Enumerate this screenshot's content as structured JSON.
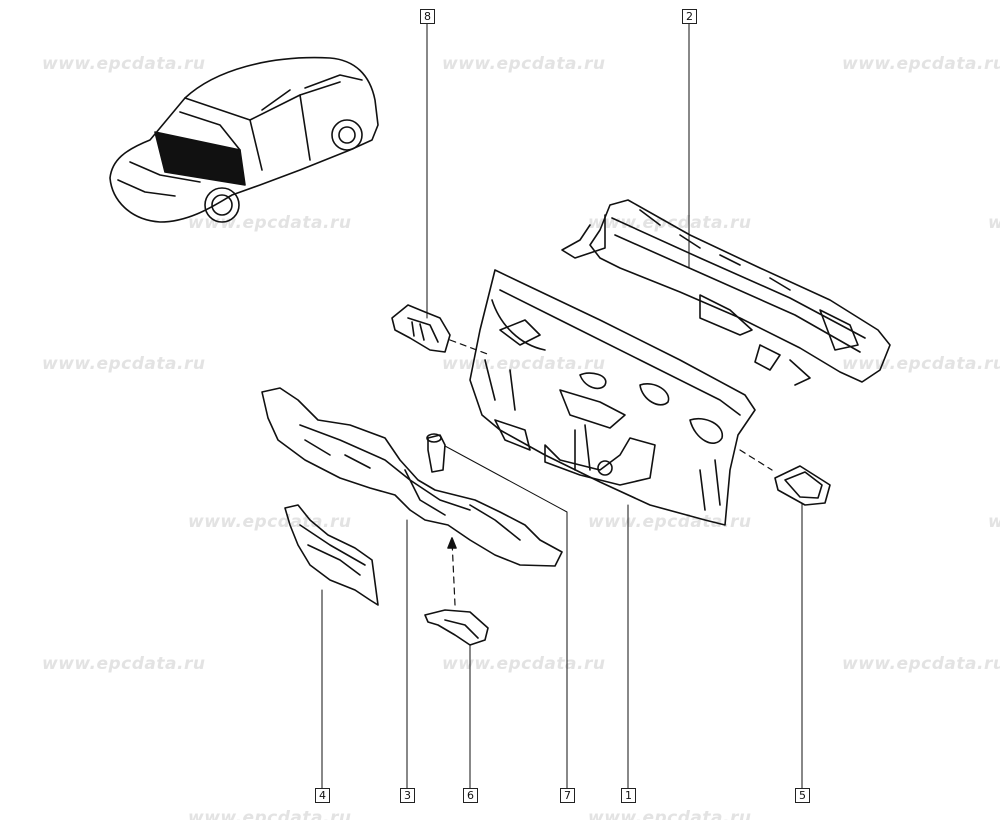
{
  "watermark": {
    "text": "www.epcdata.ru"
  },
  "callouts": [
    {
      "id": "callout-1",
      "label": "1"
    },
    {
      "id": "callout-2",
      "label": "2"
    },
    {
      "id": "callout-3",
      "label": "3"
    },
    {
      "id": "callout-4",
      "label": "4"
    },
    {
      "id": "callout-5",
      "label": "5"
    },
    {
      "id": "callout-6",
      "label": "6"
    },
    {
      "id": "callout-7",
      "label": "7"
    },
    {
      "id": "callout-8",
      "label": "8"
    }
  ],
  "colors": {
    "line": "#111111",
    "watermark": "#e3e3e3",
    "background": "#ffffff"
  }
}
